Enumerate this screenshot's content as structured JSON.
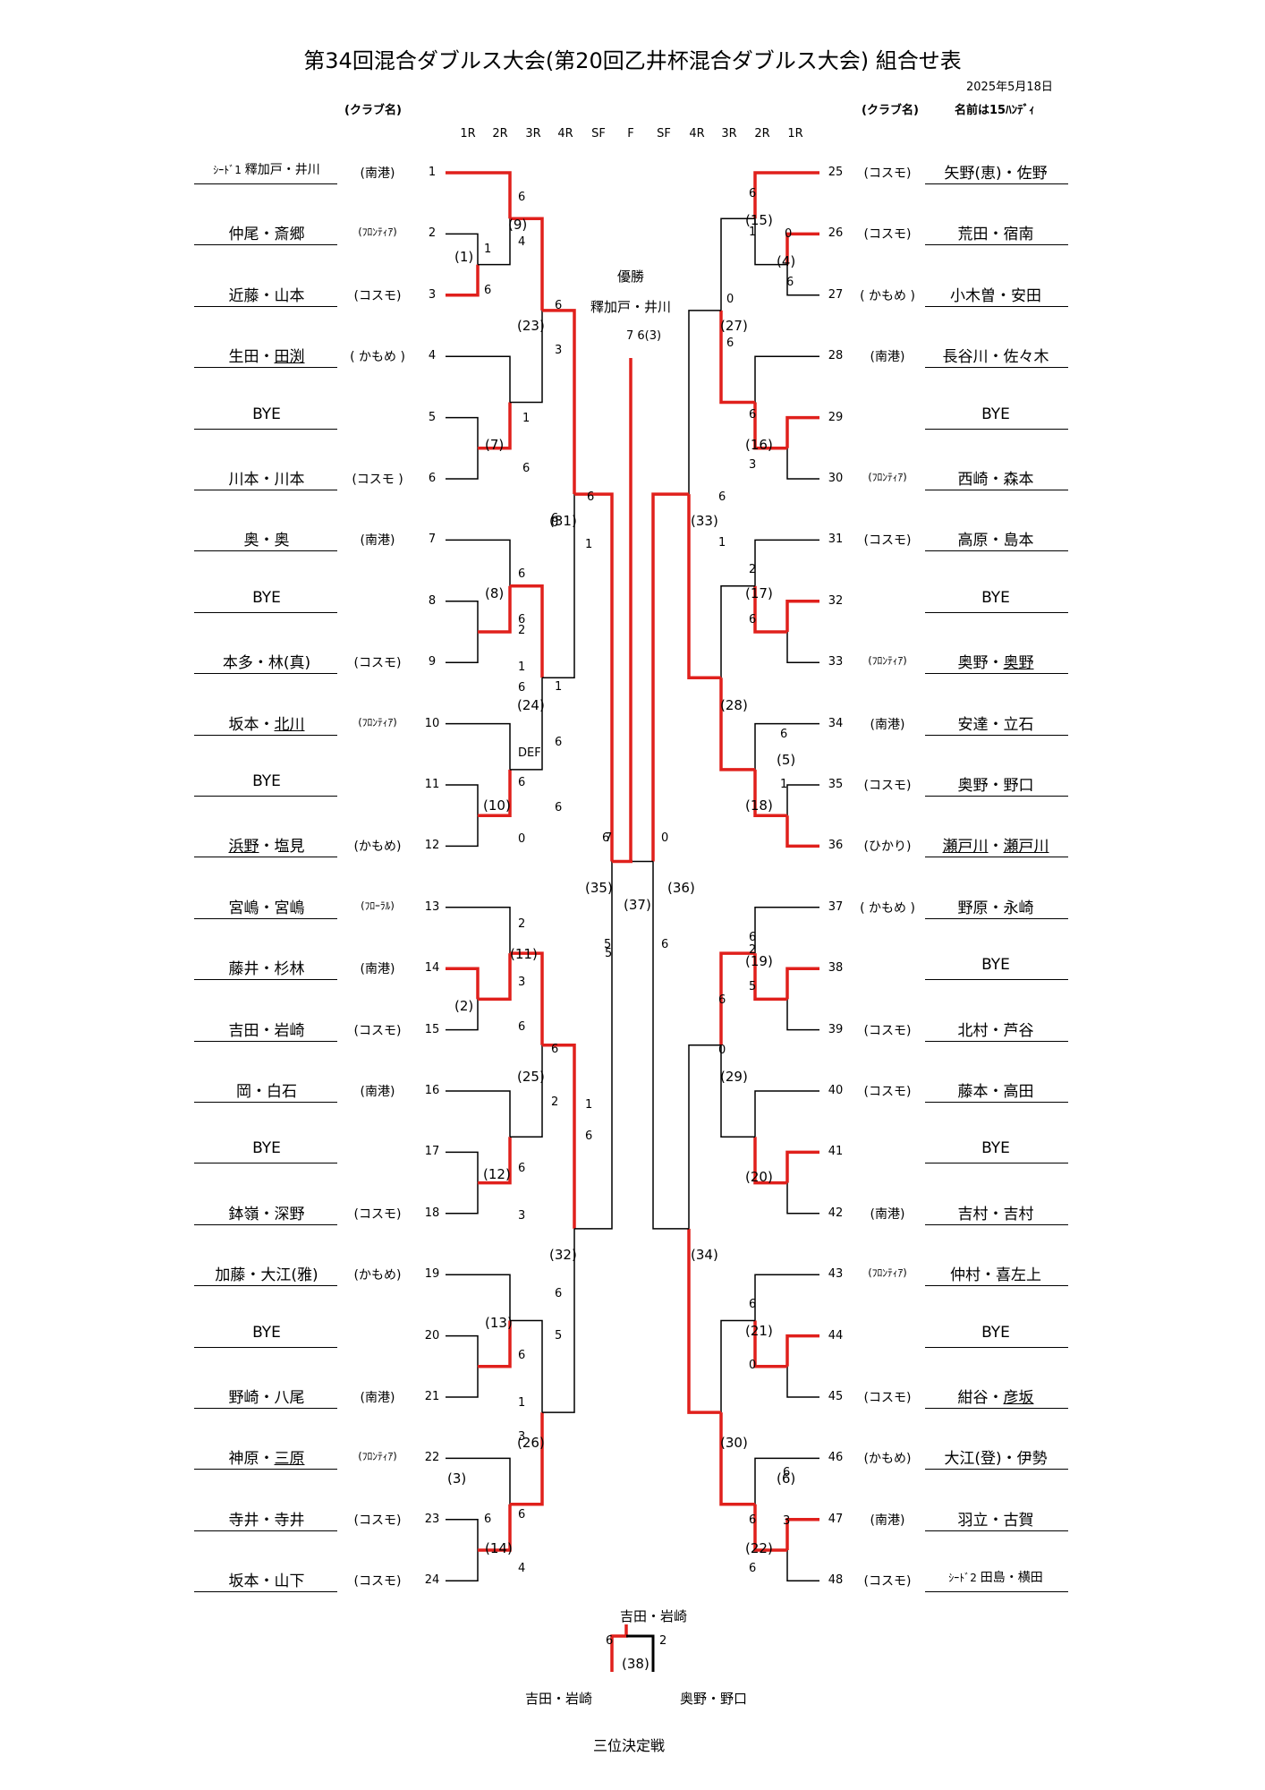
{
  "header": {
    "title": "第34回混合ダブルス大会(第20回乙井杯混合ダブルス大会) 組合せ表",
    "date": "2025年5月18日",
    "club_label_left": "(クラブ名)",
    "club_label_right": "(クラブ名)",
    "handicap_note": "名前は15ﾊﾝﾃﾞｨ"
  },
  "rounds": [
    "1R",
    "2R",
    "3R",
    "4R",
    "SF",
    "F",
    "SF",
    "4R",
    "3R",
    "2R",
    "1R"
  ],
  "champion": {
    "label": "優勝",
    "name": "釋加戸・井川",
    "score": "7 6(3)"
  },
  "left_entries": [
    {
      "num": "1",
      "pre": "ｼｰﾄﾞ1 ",
      "name": "釋加戸・井川",
      "club": "(南港)"
    },
    {
      "num": "2",
      "name": "仲尾・斎郷",
      "club": "(ﾌﾛﾝﾃｨｱ)",
      "small": true
    },
    {
      "num": "3",
      "name": "近藤・山本",
      "club": "(コスモ)"
    },
    {
      "num": "4",
      "name": "生田・",
      "u": "田渕",
      "club": "( かもめ )"
    },
    {
      "num": "5",
      "name": "BYE",
      "club": ""
    },
    {
      "num": "6",
      "name": "川本・川本",
      "club": "(コスモ )"
    },
    {
      "num": "7",
      "name": "奥・奥",
      "club": "(南港)"
    },
    {
      "num": "8",
      "name": "BYE",
      "club": ""
    },
    {
      "num": "9",
      "name": "本多・林(真)",
      "club": "(コスモ)"
    },
    {
      "num": "10",
      "name": "坂本・",
      "u": "北川",
      "club": "(ﾌﾛﾝﾃｨｱ)",
      "small": true
    },
    {
      "num": "11",
      "name": "BYE",
      "club": ""
    },
    {
      "num": "12",
      "name": "",
      "u": "浜野",
      "name2": "・塩見",
      "club": "(かもめ)"
    },
    {
      "num": "13",
      "name": "宮嶋・宮嶋",
      "club": "(ﾌﾛｰﾗﾙ)",
      "small": true
    },
    {
      "num": "14",
      "name": "藤井・杉林",
      "club": "(南港)"
    },
    {
      "num": "15",
      "name": "吉田・岩崎",
      "club": "(コスモ)"
    },
    {
      "num": "16",
      "name": "岡・白石",
      "club": "(南港)"
    },
    {
      "num": "17",
      "name": "BYE",
      "club": ""
    },
    {
      "num": "18",
      "name": "鉢嶺・深野",
      "club": "(コスモ)"
    },
    {
      "num": "19",
      "name": "加藤・大江(雅)",
      "club": "(かもめ)"
    },
    {
      "num": "20",
      "name": "BYE",
      "club": ""
    },
    {
      "num": "21",
      "name": "野崎・八尾",
      "club": "(南港)"
    },
    {
      "num": "22",
      "name": "神原・",
      "u": "三原",
      "club": "(ﾌﾛﾝﾃｨｱ)",
      "small": true
    },
    {
      "num": "23",
      "name": "寺井・寺井",
      "club": "(コスモ)"
    },
    {
      "num": "24",
      "name": "坂本・山下",
      "club": "(コスモ)"
    }
  ],
  "right_entries": [
    {
      "num": "25",
      "name": "矢野(恵)・佐野",
      "club": "(コスモ)"
    },
    {
      "num": "26",
      "name": "荒田・宿南",
      "club": "(コスモ)"
    },
    {
      "num": "27",
      "name": "小木曽・安田",
      "club": "( かもめ )"
    },
    {
      "num": "28",
      "name": "長谷川・佐々木",
      "club": "(南港)"
    },
    {
      "num": "29",
      "name": "BYE",
      "club": ""
    },
    {
      "num": "30",
      "name": "西崎・森本",
      "club": "(ﾌﾛﾝﾃｨｱ)",
      "small": true
    },
    {
      "num": "31",
      "name": "高原・島本",
      "club": "(コスモ)"
    },
    {
      "num": "32",
      "name": "BYE",
      "club": ""
    },
    {
      "num": "33",
      "name": "奥野・",
      "u": "奥野",
      "club": "(ﾌﾛﾝﾃｨｱ)",
      "small": true
    },
    {
      "num": "34",
      "name": "安達・立石",
      "club": "(南港)"
    },
    {
      "num": "35",
      "name": "奥野・野口",
      "club": "(コスモ)"
    },
    {
      "num": "36",
      "name": "",
      "u": "瀬戸川",
      "name2": "・",
      "u2": "瀬戸川",
      "club": "(ひかり)"
    },
    {
      "num": "37",
      "name": "野原・永崎",
      "club": "( かもめ )"
    },
    {
      "num": "38",
      "name": "BYE",
      "club": ""
    },
    {
      "num": "39",
      "name": "北村・芦谷",
      "club": "(コスモ)"
    },
    {
      "num": "40",
      "name": "藤本・高田",
      "club": "(コスモ)"
    },
    {
      "num": "41",
      "name": "BYE",
      "club": ""
    },
    {
      "num": "42",
      "name": "吉村・吉村",
      "club": "(南港)"
    },
    {
      "num": "43",
      "name": "仲村・喜左上",
      "club": "(ﾌﾛﾝﾃｨｱ)",
      "small": true
    },
    {
      "num": "44",
      "name": "BYE",
      "club": ""
    },
    {
      "num": "45",
      "name": "紺谷・",
      "u": "彦坂",
      "club": "(コスモ)"
    },
    {
      "num": "46",
      "name": "大江(登)・伊勢",
      "club": "(かもめ)"
    },
    {
      "num": "47",
      "name": "羽立・古賀",
      "club": "(南港)"
    },
    {
      "num": "48",
      "pre": "ｼｰﾄﾞ2 ",
      "name": "田島・横田",
      "club": "(コスモ)"
    }
  ],
  "match_numbers": [
    "(1)",
    "(2)",
    "(3)",
    "(4)",
    "(5)",
    "(6)",
    "(7)",
    "(8)",
    "(9)",
    "(10)",
    "(11)",
    "(12)",
    "(13)",
    "(14)",
    "(15)",
    "(16)",
    "(17)",
    "(18)",
    "(19)",
    "(20)",
    "(21)",
    "(22)",
    "(23)",
    "(24)",
    "(25)",
    "(26)",
    "(27)",
    "(28)",
    "(29)",
    "(30)",
    "(31)",
    "(32)",
    "(33)",
    "(34)",
    "(35)",
    "(36)",
    "(37)",
    "(38)"
  ],
  "scores": [
    "6",
    "4",
    "1",
    "6",
    "6",
    "3",
    "1",
    "6",
    "6",
    "2",
    "6",
    "1",
    "6",
    "0",
    "6",
    "1",
    "6",
    "DEF",
    "1",
    "6",
    "6",
    "0",
    "6",
    "2",
    "3",
    "6",
    "6",
    "3",
    "6",
    "2",
    "1",
    "6",
    "6",
    "5",
    "7",
    "5",
    "0",
    "6",
    "6",
    "1",
    "6",
    "5",
    "3",
    "6",
    "6",
    "4",
    "6",
    "1",
    "0",
    "6",
    "0",
    "6",
    "6",
    "3",
    "2",
    "6",
    "6",
    "1",
    "6",
    "1",
    "6",
    "5",
    "6",
    "0",
    "6",
    "0",
    "6",
    "3",
    "6",
    "6",
    "2"
  ],
  "third_place": {
    "label": "三位決定戦",
    "winner_top": "吉田・岩崎",
    "left_name": "吉田・岩崎",
    "right_name": "奥野・野口",
    "score_left": "6",
    "score_right": "2",
    "match": "(38)"
  },
  "colors": {
    "win": "#e0201c",
    "line": "#000000"
  }
}
